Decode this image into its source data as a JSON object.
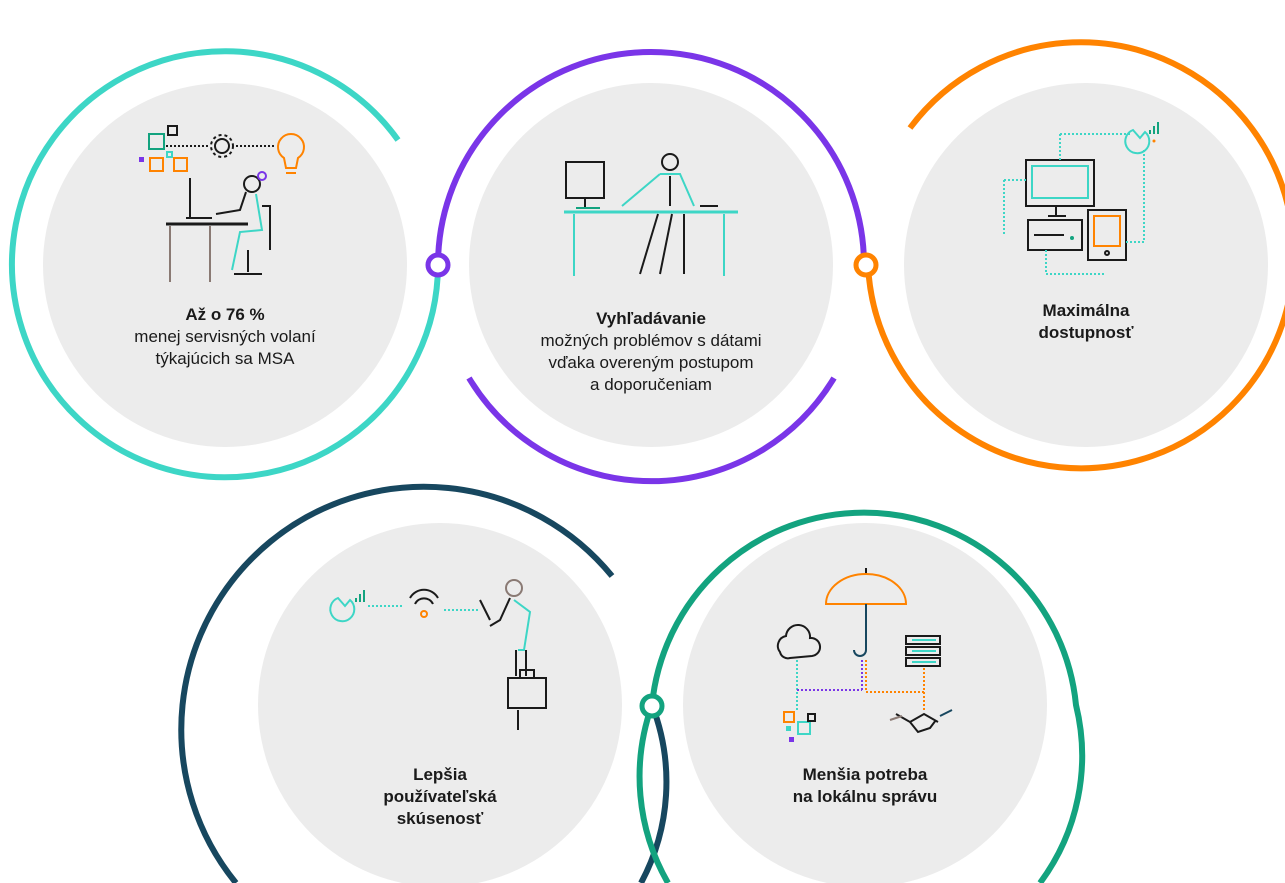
{
  "colors": {
    "turquoise": "#3dd6c6",
    "purple": "#7a35e8",
    "orange": "#ff8300",
    "navy": "#17475f",
    "green": "#13a37f",
    "disc": "#ececec",
    "ink": "#1a1a1a"
  },
  "circles": [
    {
      "id": "msa-calls",
      "title": "Až o 76 %",
      "lines": [
        "menej servisných volaní",
        "týkajúcich sa MSA"
      ],
      "color": "turquoise",
      "icon": "office-worker-ideas-icon"
    },
    {
      "id": "problem-search",
      "title": "Vyhľadávanie",
      "lines": [
        "možných problémov s dátami",
        "vďaka overeným postupom",
        "a doporučeniam"
      ],
      "color": "purple",
      "icon": "analyst-at-desk-icon"
    },
    {
      "id": "availability",
      "title": "Maximálna",
      "title2": "dostupnosť",
      "lines": [],
      "color": "orange",
      "icon": "connected-devices-icon"
    },
    {
      "id": "user-experience",
      "title": "Lepšia",
      "title2": "používateľská",
      "title3": "skúsenosť",
      "lines": [],
      "color": "navy",
      "icon": "mobile-worker-wifi-icon"
    },
    {
      "id": "local-management",
      "title": "Menšia potreba",
      "title2": "na lokálnu správu",
      "lines": [],
      "color": "green",
      "icon": "umbrella-cloud-services-icon"
    }
  ]
}
